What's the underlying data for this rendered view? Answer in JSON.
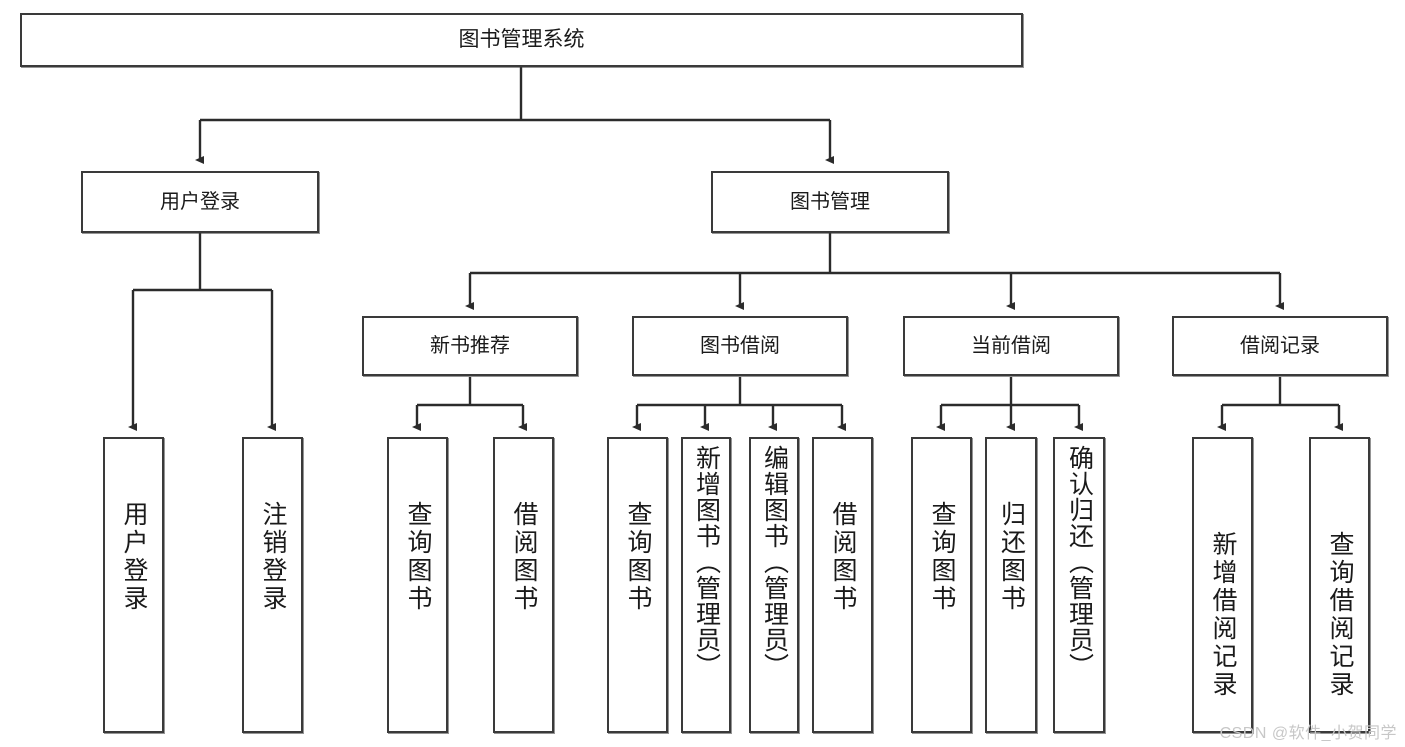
{
  "diagram": {
    "type": "tree-hierarchy-diagram",
    "title": "图书管理系统",
    "watermark": "CSDN @软件_小贺同学",
    "colors": {
      "box_border": "#3a3a3a",
      "box_fill": "#ffffff",
      "connector": "#2b2b2b",
      "text": "#1a1a1a",
      "watermark": "#c7c7c7",
      "background": "#ffffff"
    },
    "root": {
      "label": "图书管理系统"
    },
    "level2": [
      {
        "label": "用户登录"
      },
      {
        "label": "图书管理"
      }
    ],
    "level3": [
      {
        "label": "新书推荐"
      },
      {
        "label": "图书借阅"
      },
      {
        "label": "当前借阅"
      },
      {
        "label": "借阅记录"
      }
    ],
    "leaves": {
      "user_login": [
        {
          "label": "用户登录"
        },
        {
          "label": "注销登录"
        }
      ],
      "new_book": [
        {
          "label": "查询图书"
        },
        {
          "label": "借阅图书"
        }
      ],
      "book_borrow": [
        {
          "label": "查询图书"
        },
        {
          "label": "新增图书（管理员）"
        },
        {
          "label": "编辑图书（管理员）"
        },
        {
          "label": "借阅图书"
        }
      ],
      "current_borrow": [
        {
          "label": "查询图书"
        },
        {
          "label": "归还图书"
        },
        {
          "label": "确认归还（管理员）"
        }
      ],
      "borrow_record": [
        {
          "label": "新增借阅记录"
        },
        {
          "label": "查询借阅记录"
        }
      ]
    }
  }
}
